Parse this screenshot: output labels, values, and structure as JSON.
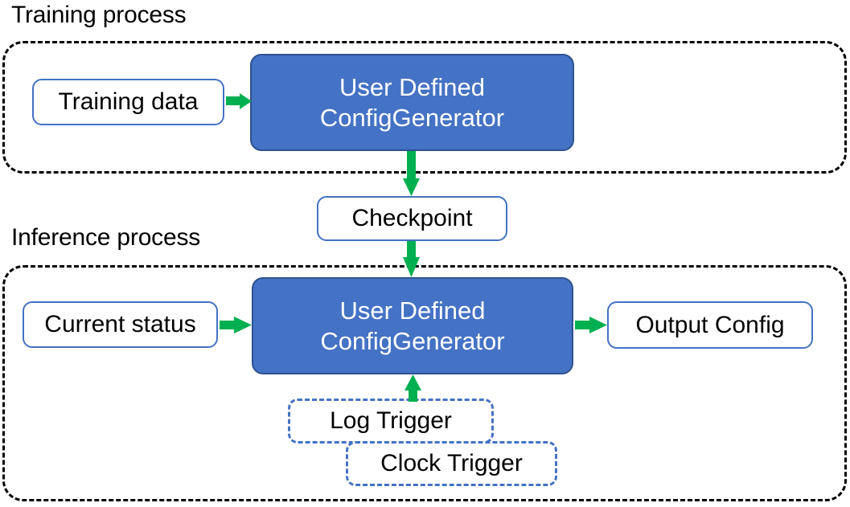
{
  "diagram": {
    "title_training": "Training process",
    "title_inference": "Inference process",
    "accent_blue": "#4472C4",
    "accent_blue_border": "#2E528F",
    "accent_green": "#00B050",
    "container_stroke": "#000000",
    "background": "#ffffff"
  },
  "training": {
    "input_node": "Training data",
    "process_node_line1": "User Defined",
    "process_node_line2": "ConfigGenerator"
  },
  "bridge": {
    "checkpoint_node": "Checkpoint"
  },
  "inference": {
    "input_node": "Current status",
    "process_node_line1": "User Defined",
    "process_node_line2": "ConfigGenerator",
    "output_node": "Output Config",
    "trigger_log": "Log Trigger",
    "trigger_clock": "Clock Trigger"
  }
}
